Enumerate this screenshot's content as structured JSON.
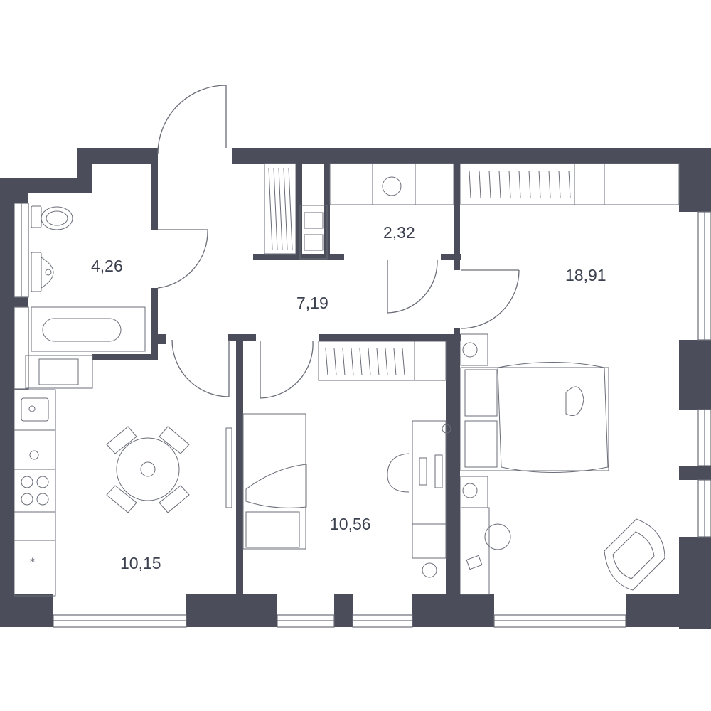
{
  "colors": {
    "wall": "#4b4e5a",
    "line": "#6a6d78",
    "background": "#ffffff"
  },
  "rooms": [
    {
      "id": "bathroom",
      "area": "4,26"
    },
    {
      "id": "hall",
      "area": "7,19"
    },
    {
      "id": "utility",
      "area": "2,32"
    },
    {
      "id": "bedroom",
      "area": "18,91"
    },
    {
      "id": "kitchen",
      "area": "10,15"
    },
    {
      "id": "kids-room",
      "area": "10,56"
    }
  ],
  "icons": [
    "toilet-icon",
    "sink-icon",
    "bathtub-icon",
    "washing-machine-icon",
    "stove-icon",
    "dining-table-icon",
    "bed-icon",
    "armchair-icon",
    "desk-icon",
    "wardrobe-icon",
    "fan-icon",
    "ball-icon"
  ]
}
